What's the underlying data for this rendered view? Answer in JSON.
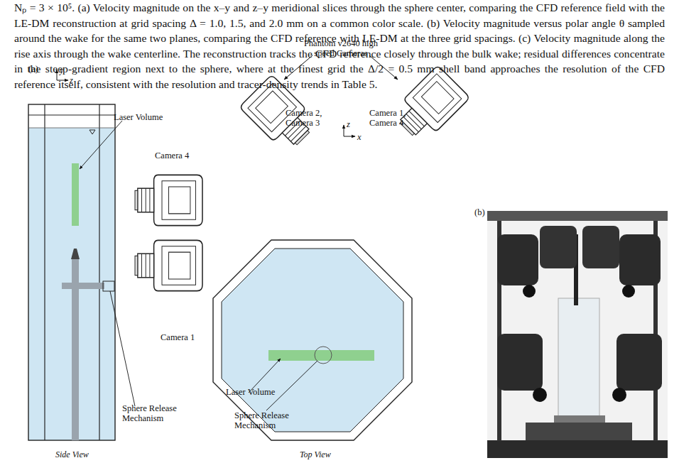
{
  "diagram": {
    "caption": "Nₚ = 3 × 10⁵. (a) Velocity magnitude on the x–y and z–y meridional slices through the sphere center, comparing the CFD reference field with the LE-DM reconstruction at grid spacing Δ = 1.0, 1.5, and 2.0 mm on a common color scale. (b) Velocity magnitude versus polar angle θ sampled around the wake for the same two planes, comparing the CFD reference with LE-DM at the three grid spacings. (c) Velocity magnitude along the rise axis through the wake centerline. The reconstruction tracks the CFD reference closely through the bulk wake; residual differences concentrate in the steep-gradient region next to the sphere, where at the finest grid the Δ/2 = 0.5 mm shell band approaches the resolution of the CFD reference itself, consistent with the resolution and tracer-density trends in Table 5.",
    "labels": [
      "(a)",
      "y",
      "z",
      "Laser Volume",
      "Camera 4",
      "Camera 1",
      "Sphere Release Mechanism",
      "Side View",
      "Phantom v2640 high speed Cameras",
      "Camera 2, Camera 3",
      "Camera 1, Camera 4",
      "z",
      "x",
      "Laser Volume",
      "Sphere Release Mechanism",
      "Top View",
      "(b)"
    ]
  }
}
